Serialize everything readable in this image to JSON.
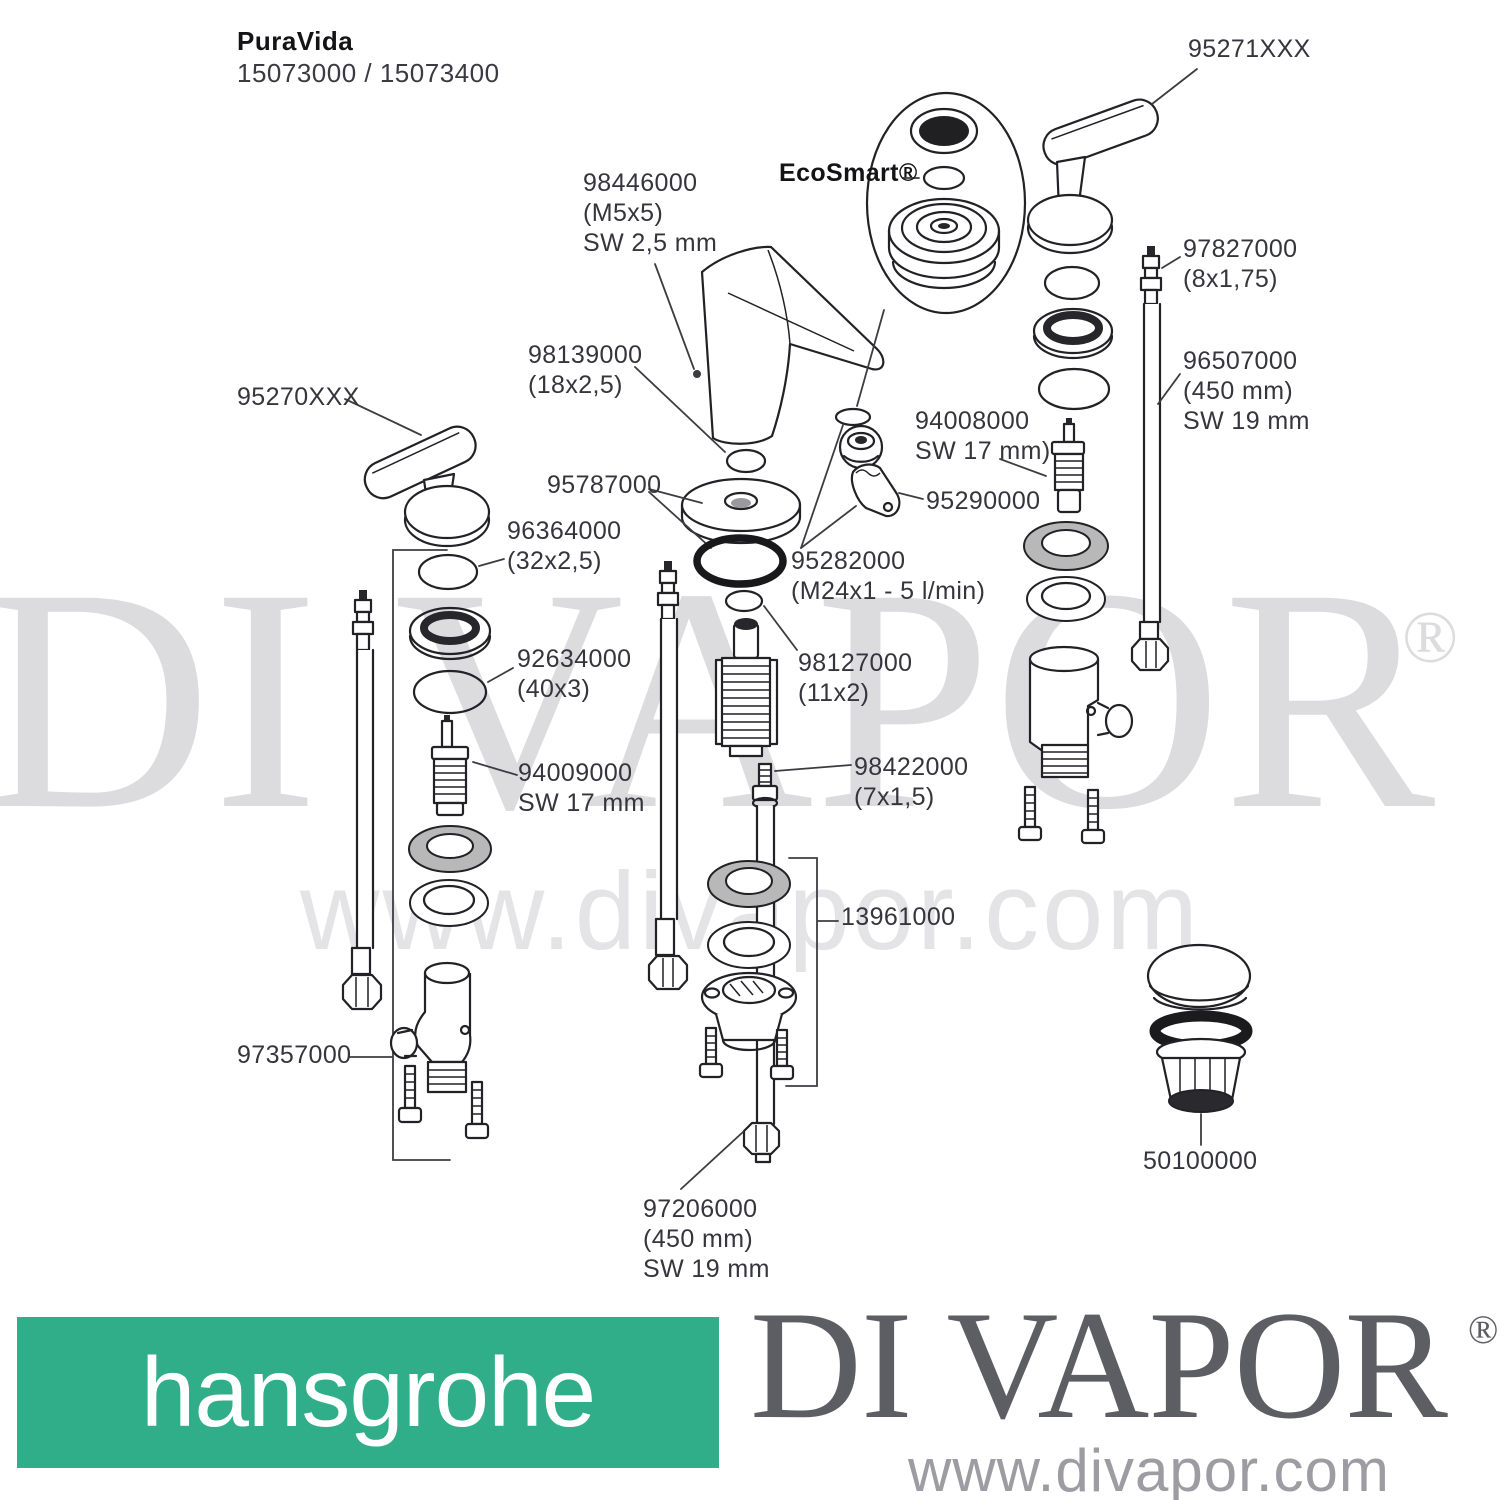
{
  "header": {
    "product": "PuraVida",
    "codes": "15073000 / 15073400"
  },
  "diagram_labels": {
    "p95271xxx": [
      "95271XXX"
    ],
    "p98446000": [
      "98446000",
      "(M5x5)",
      "SW 2,5 mm"
    ],
    "ecosmart": [
      "EcoSmart®"
    ],
    "p97827000": [
      "97827000",
      "(8x1,75)"
    ],
    "p96507000": [
      "96507000",
      "(450 mm)",
      "SW 19 mm"
    ],
    "p98139000": [
      "98139000",
      "(18x2,5)"
    ],
    "p94008000": [
      "94008000",
      "SW 17 mm)"
    ],
    "p95290000": [
      "95290000"
    ],
    "p95270xxx": [
      "95270XXX"
    ],
    "p95787000": [
      "95787000"
    ],
    "p96364000": [
      "96364000",
      "(32x2,5)"
    ],
    "p95282000": [
      "95282000",
      "(M24x1 - 5 l/min)"
    ],
    "p92634000": [
      "92634000",
      "(40x3)"
    ],
    "p98127000": [
      "98127000",
      "(11x2)"
    ],
    "p94009000": [
      "94009000",
      "SW 17 mm"
    ],
    "p98422000": [
      "98422000",
      "(7x1,5)"
    ],
    "p13961000": [
      "13961000"
    ],
    "p97357000": [
      "97357000"
    ],
    "p97206000": [
      "97206000",
      "(450 mm)",
      "SW 19 mm"
    ],
    "p50100000": [
      "50100000"
    ]
  },
  "watermark": {
    "brand": "DI VAPOR",
    "reg": "®",
    "url": "www.divapor.com"
  },
  "footer": {
    "hansgrohe_logo": "hansgrohe",
    "divapor_logo": "DI VAPOR",
    "divapor_reg": "®",
    "divapor_url": "www.divapor.com"
  },
  "colors": {
    "hansgrohe_green": "#2fae89",
    "divapor_gray": "#5d5d64",
    "watermark_gray": "#dcdcdf",
    "label_text": "#35353d",
    "line_art": "#212126"
  }
}
